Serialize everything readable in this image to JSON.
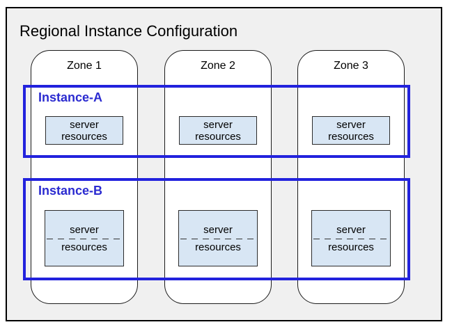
{
  "title": "Regional Instance Configuration",
  "zones": [
    {
      "label": "Zone 1"
    },
    {
      "label": "Zone 2"
    },
    {
      "label": "Zone 3"
    }
  ],
  "instances": [
    {
      "label": "Instance-A"
    },
    {
      "label": "Instance-B"
    }
  ],
  "server_box": {
    "line1": "server",
    "line2": "resources"
  },
  "colors": {
    "region_fill": "#F0F0F0",
    "region_border": "#000000",
    "zone_fill": "#FFFFFF",
    "zone_border": "#1A1A1A",
    "instance_border": "#2222DD",
    "instance_label_text": "#2B2BD0",
    "server_box_fill": "#D8E6F4",
    "server_box_border": "#2B2B2B",
    "text": "#000000"
  }
}
